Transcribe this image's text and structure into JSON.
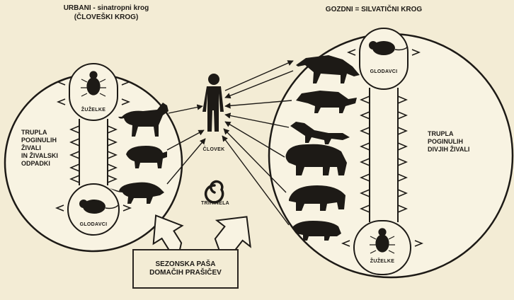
{
  "headers": {
    "urban_line1_caps": "URBANI -",
    "urban_line1_lower": "sinatropni krog",
    "urban_line2": "(ČLOVEŠKI KROG)",
    "sylvatic": "GOZDNI = SILVATIČNI KROG"
  },
  "urban_cycle": {
    "insects_label": "ŽUŽELKE",
    "rodents_label": "GLODAVCI",
    "carcass_text": [
      "TRUPLA",
      "POGINULIH",
      "ŽIVALI",
      "IN ŽIVALSKI",
      "ODPADKI"
    ]
  },
  "sylvatic_cycle": {
    "rodents_label": "GLODAVCI",
    "insects_label": "ŽUŽELKE",
    "carcass_text": [
      "TRUPLA",
      "POGINULIH",
      "DIVJIH ŽIVALI"
    ]
  },
  "center": {
    "human_label": "ČLOVEK",
    "trichinella_label": "TRIHINELA"
  },
  "seasonal_box": {
    "line1": "SEZONSKA PAŠA",
    "line2": "DOMAČIH PRAŠIČEV"
  }
}
